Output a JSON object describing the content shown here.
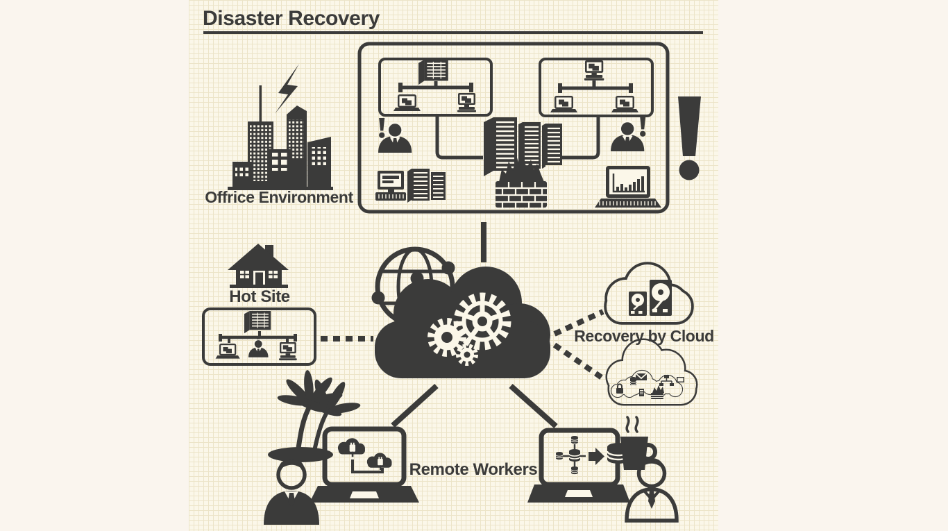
{
  "title": "Disaster Recovery",
  "colors": {
    "ink": "#3b3b3a",
    "paper": "#faf5ee",
    "panel": "#fbf7e9",
    "grid": "#ece4c8"
  },
  "labels": {
    "office": "Offrice Environment",
    "hot_site": "Hot Site",
    "cloud_recovery": "Recovery by Cloud",
    "remote_workers": "Remote Workers"
  },
  "icons": [
    "lightning-icon",
    "city-buildings-icon",
    "office-network-box",
    "lan-server-diagram-icon",
    "lan-desktop-diagram-icon",
    "admin-user-icon",
    "alert-exclamation-icon",
    "server-racks-icon",
    "workstation-icon",
    "firewall-fire-icon",
    "analytics-laptop-icon",
    "big-exclamation-icon",
    "globe-network-icon",
    "cloud-gears-icon",
    "gear-icon",
    "house-icon",
    "hot-site-network-box",
    "hdd-backup-cloud-icon",
    "cloud-services-icon",
    "palm-trees-icon",
    "cloud-plug-laptop-icon",
    "remote-worker-icon",
    "database-sync-laptop-icon",
    "coffee-mug-icon",
    "dashed-link",
    "solid-link"
  ]
}
